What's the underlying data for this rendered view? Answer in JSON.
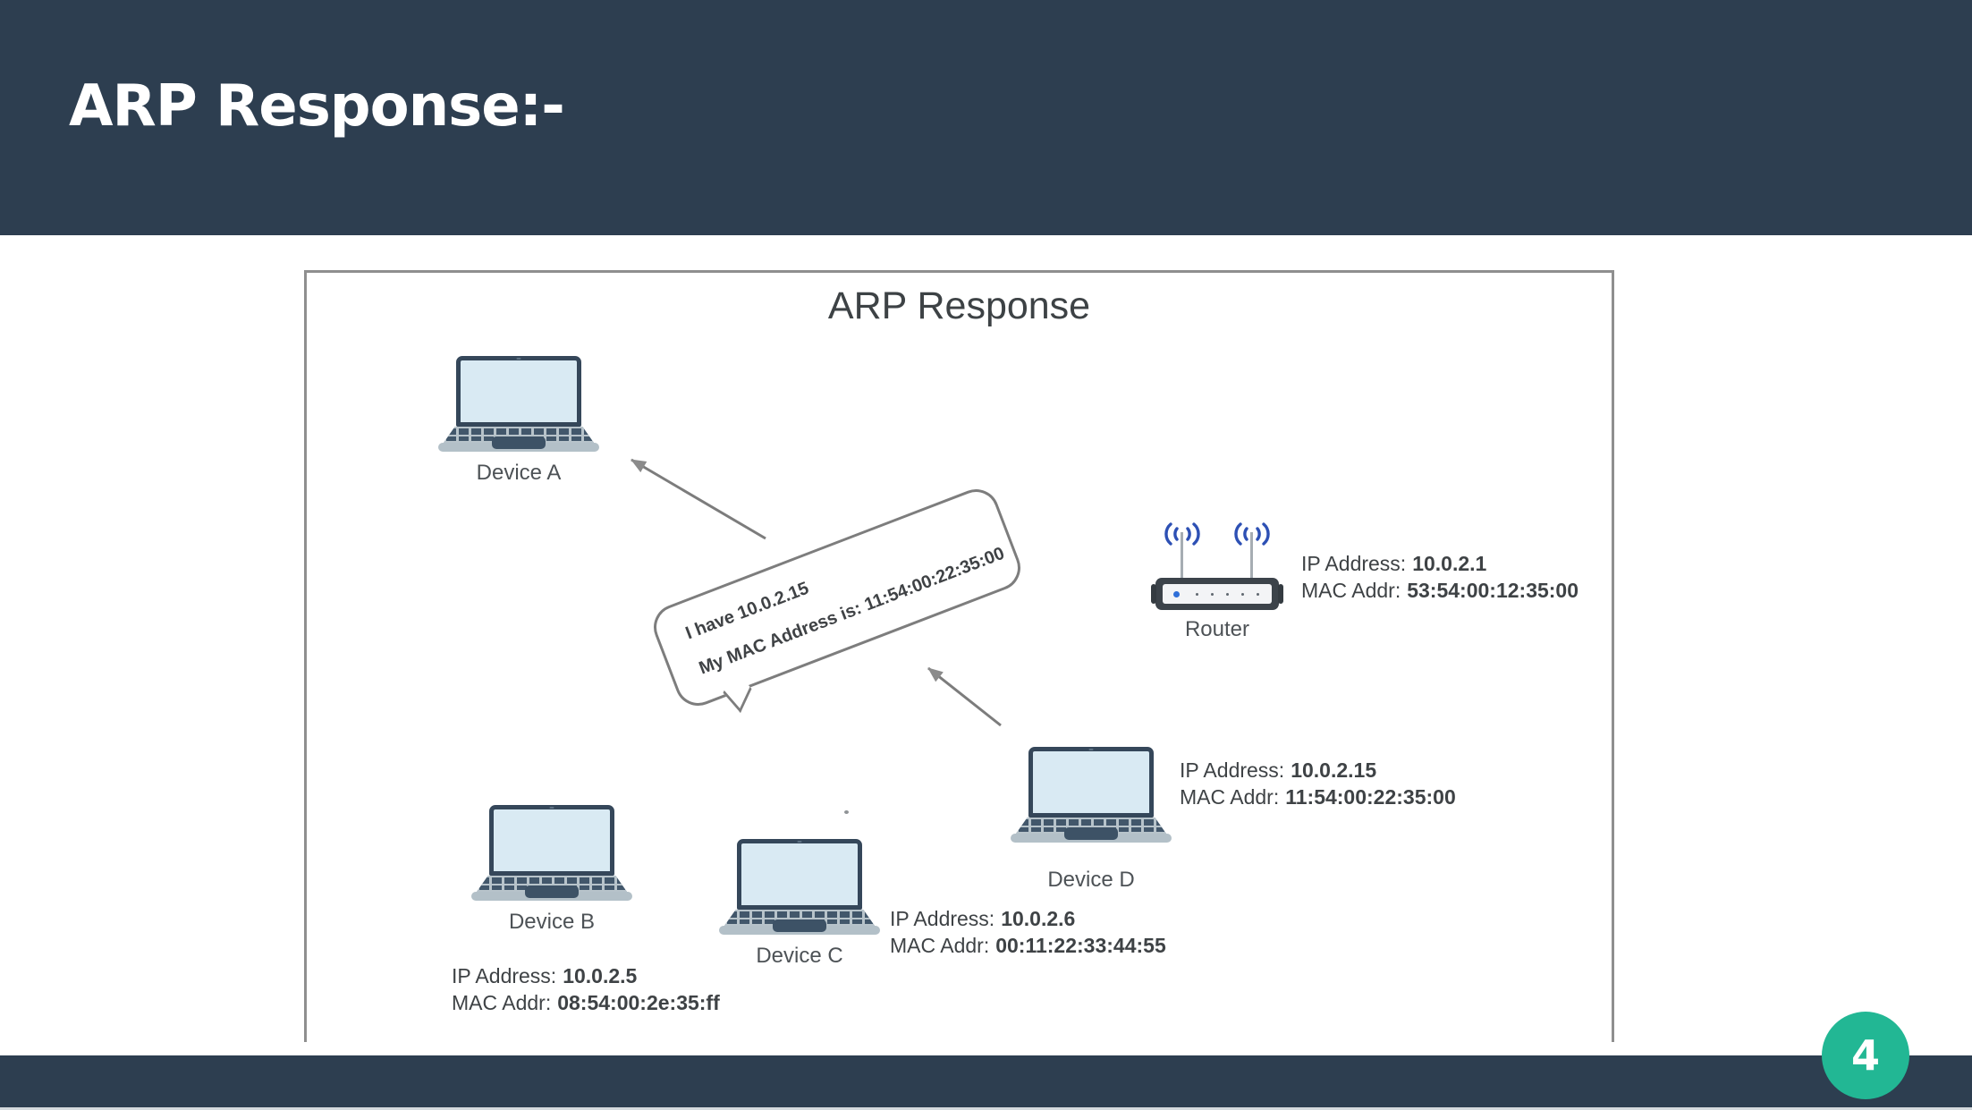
{
  "slide": {
    "header_title": "ARP Response:-",
    "page_number": "4"
  },
  "diagram": {
    "title": "ARP Response",
    "bubble": {
      "line1": "I have 10.0.2.15",
      "line2": "My MAC Address is: 11:54:00:22:35:00"
    },
    "router": {
      "label": "Router",
      "ip_label": "IP Address:",
      "ip_value": "10.0.2.1",
      "mac_label": "MAC Addr:",
      "mac_value": "53:54:00:12:35:00"
    },
    "devices": {
      "a": {
        "label": "Device A"
      },
      "b": {
        "label": "Device B",
        "ip_label": "IP Address:",
        "ip_value": "10.0.2.5",
        "mac_label": "MAC Addr:",
        "mac_value": "08:54:00:2e:35:ff"
      },
      "c": {
        "label": "Device C",
        "ip_label": "IP Address:",
        "ip_value": "10.0.2.6",
        "mac_label": "MAC Addr:",
        "mac_value": "00:11:22:33:44:55"
      },
      "d": {
        "label": "Device D",
        "ip_label": "IP Address:",
        "ip_value": "10.0.2.15",
        "mac_label": "MAC Addr:",
        "mac_value": "11:54:00:22:35:00"
      }
    }
  },
  "colors": {
    "header_bg": "#2d3e50",
    "footer_bg": "#2d3e50",
    "page_badge": "#22b794",
    "wifi_blue": "#2d50b4",
    "router_led_blue": "#2f6fd8",
    "laptop_screen": "#d9eaf3",
    "laptop_bezel": "#35475a",
    "diagram_border": "#8f8f8f",
    "arrow_gray": "#7c7c7c",
    "text_dark": "#3e4245"
  }
}
